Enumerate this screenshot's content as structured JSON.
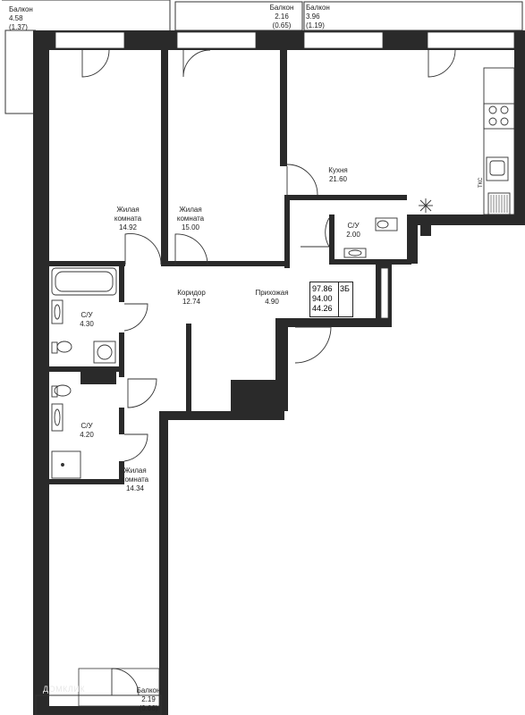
{
  "rooms": {
    "balcony_left": {
      "name": "Балкон",
      "area": "4.58",
      "coef": "(1.37)"
    },
    "balcony_mid": {
      "name": "Балкон",
      "area": "2.16",
      "coef": "(0.65)"
    },
    "balcony_right": {
      "name": "Балкон",
      "area": "3.96",
      "coef": "(1.19)"
    },
    "balcony_bottom": {
      "name": "Балкон",
      "area": "2.19",
      "coef": "(0.66)"
    },
    "living1": {
      "name1": "Жилая",
      "name2": "комната",
      "area": "14.92"
    },
    "living2": {
      "name1": "Жилая",
      "name2": "комната",
      "area": "15.00"
    },
    "living3": {
      "name1": "Жилая",
      "name2": "комната",
      "area": "14.34"
    },
    "kitchen": {
      "name": "Кухня",
      "area": "21.60"
    },
    "wc_small": {
      "name": "С/У",
      "area": "2.00"
    },
    "wc_top": {
      "name": "С/У",
      "area": "4.30"
    },
    "wc_bottom": {
      "name": "С/У",
      "area": "4.20"
    },
    "corridor": {
      "name": "Коридор",
      "area": "12.74"
    },
    "hallway": {
      "name": "Прихожая",
      "area": "4.90"
    }
  },
  "summary": {
    "total_with_balcony": "97.86",
    "total": "94.00",
    "living": "44.26",
    "type": "3Б"
  },
  "fixtures": {
    "gas_label": "ТКС"
  },
  "watermark": "ДОМКЛИК",
  "colors": {
    "wall": "#2a2a2a",
    "line": "#333333",
    "background": "#ffffff"
  }
}
